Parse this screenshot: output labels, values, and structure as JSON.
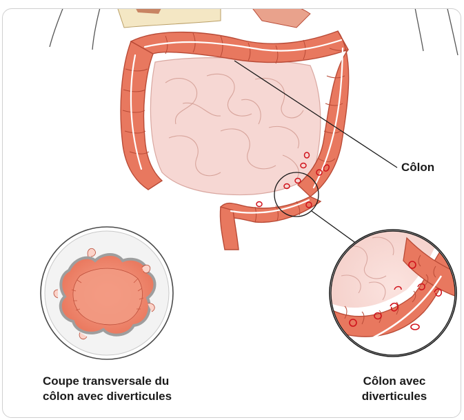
{
  "labels": {
    "colon": "Côlon",
    "cross_section_line1": "Coupe transversale du",
    "cross_section_line2": "côlon avec diverticules",
    "diverticula_line1": "Côlon avec",
    "diverticula_line2": "diverticules"
  },
  "colors": {
    "colon_fill": "#e8785f",
    "colon_stroke": "#b84a36",
    "small_intestine": "#f6d6d2",
    "diverticula_outline": "#d0121b",
    "leader_line": "#1a1a1a",
    "frame": "#cfcfcf"
  }
}
